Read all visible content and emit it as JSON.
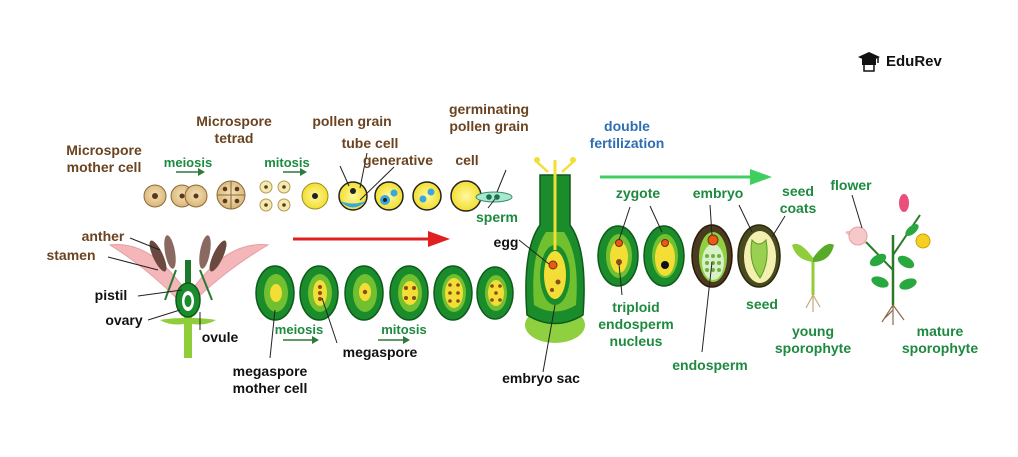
{
  "brand": {
    "name": "EduRev",
    "icon": "graduation-cap-icon"
  },
  "colors": {
    "brown_label": "#6b4321",
    "green_label": "#1d8a3f",
    "blue_label": "#2f6db3",
    "red_arrow": "#e02020",
    "green_arrow": "#3fcf5e",
    "cell_tan": "#e2c48e",
    "pollen_yellow": "#f5e64a",
    "ovule_green": "#1a8c2c",
    "petal_pink": "#f4b6b8"
  },
  "labels": {
    "microspore_mother_cell": [
      "Microspore",
      "mother cell"
    ],
    "microspore_tetrad": [
      "Microspore",
      "tetrad"
    ],
    "meiosis_top": "meiosis",
    "mitosis_top": "mitosis",
    "pollen_grain": "pollen grain",
    "tube_cell": "tube cell",
    "generative": "generative",
    "cell": "cell",
    "germinating_pollen_grain": [
      "germinating",
      "pollen grain"
    ],
    "sperm": "sperm",
    "egg": "egg",
    "double_fertilization": [
      "double",
      "fertilization"
    ],
    "zygote": "zygote",
    "embryo": "embryo",
    "seed_coats": [
      "seed",
      "coats"
    ],
    "flower": "flower",
    "anther": "anther",
    "stamen": "stamen",
    "pistil": "pistil",
    "ovary": "ovary",
    "ovule": "ovule",
    "meiosis_bottom": "meiosis",
    "mitosis_bottom": "mitosis",
    "megaspore": "megaspore",
    "megaspore_mother_cell": [
      "megaspore",
      "mother cell"
    ],
    "embryo_sac": "embryo sac",
    "triploid_endosperm_nucleus": [
      "triploid",
      "endosperm",
      "nucleus"
    ],
    "endosperm": "endosperm",
    "seed": "seed",
    "young_sporophyte": [
      "young",
      "sporophyte"
    ],
    "mature_sporophyte": [
      "mature",
      "sporophyte"
    ]
  }
}
